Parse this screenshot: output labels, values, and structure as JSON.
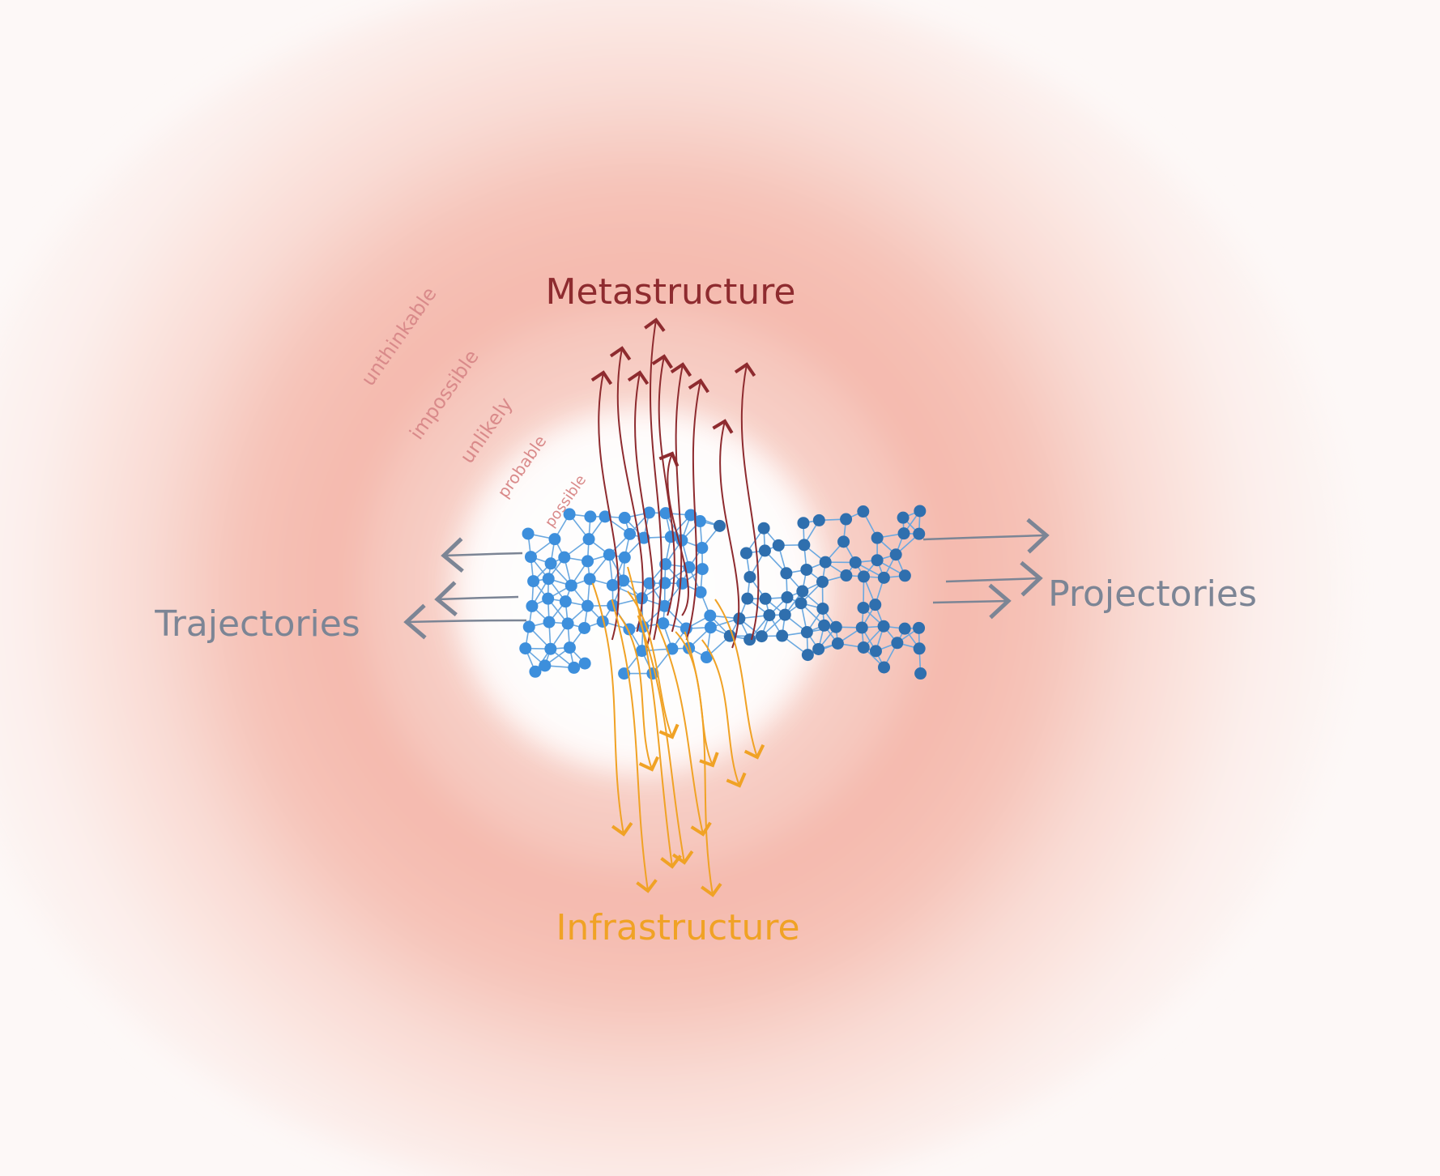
{
  "labels": {
    "top": "Metastructure",
    "bottom": "Infrastructure",
    "left": "Trajectories",
    "right": "Projectories"
  },
  "rings": [
    "unthinkable",
    "impossible",
    "unlikely",
    "probable",
    "possible"
  ],
  "colors": {
    "metastructure": "#8e2b2f",
    "infrastructure": "#f0a225",
    "trajectories": "#7c8595",
    "network_light": "#3d8fdc",
    "network_dark": "#2f6fae",
    "ring_text": "#d98a8a",
    "haze": "#f3a99c"
  }
}
